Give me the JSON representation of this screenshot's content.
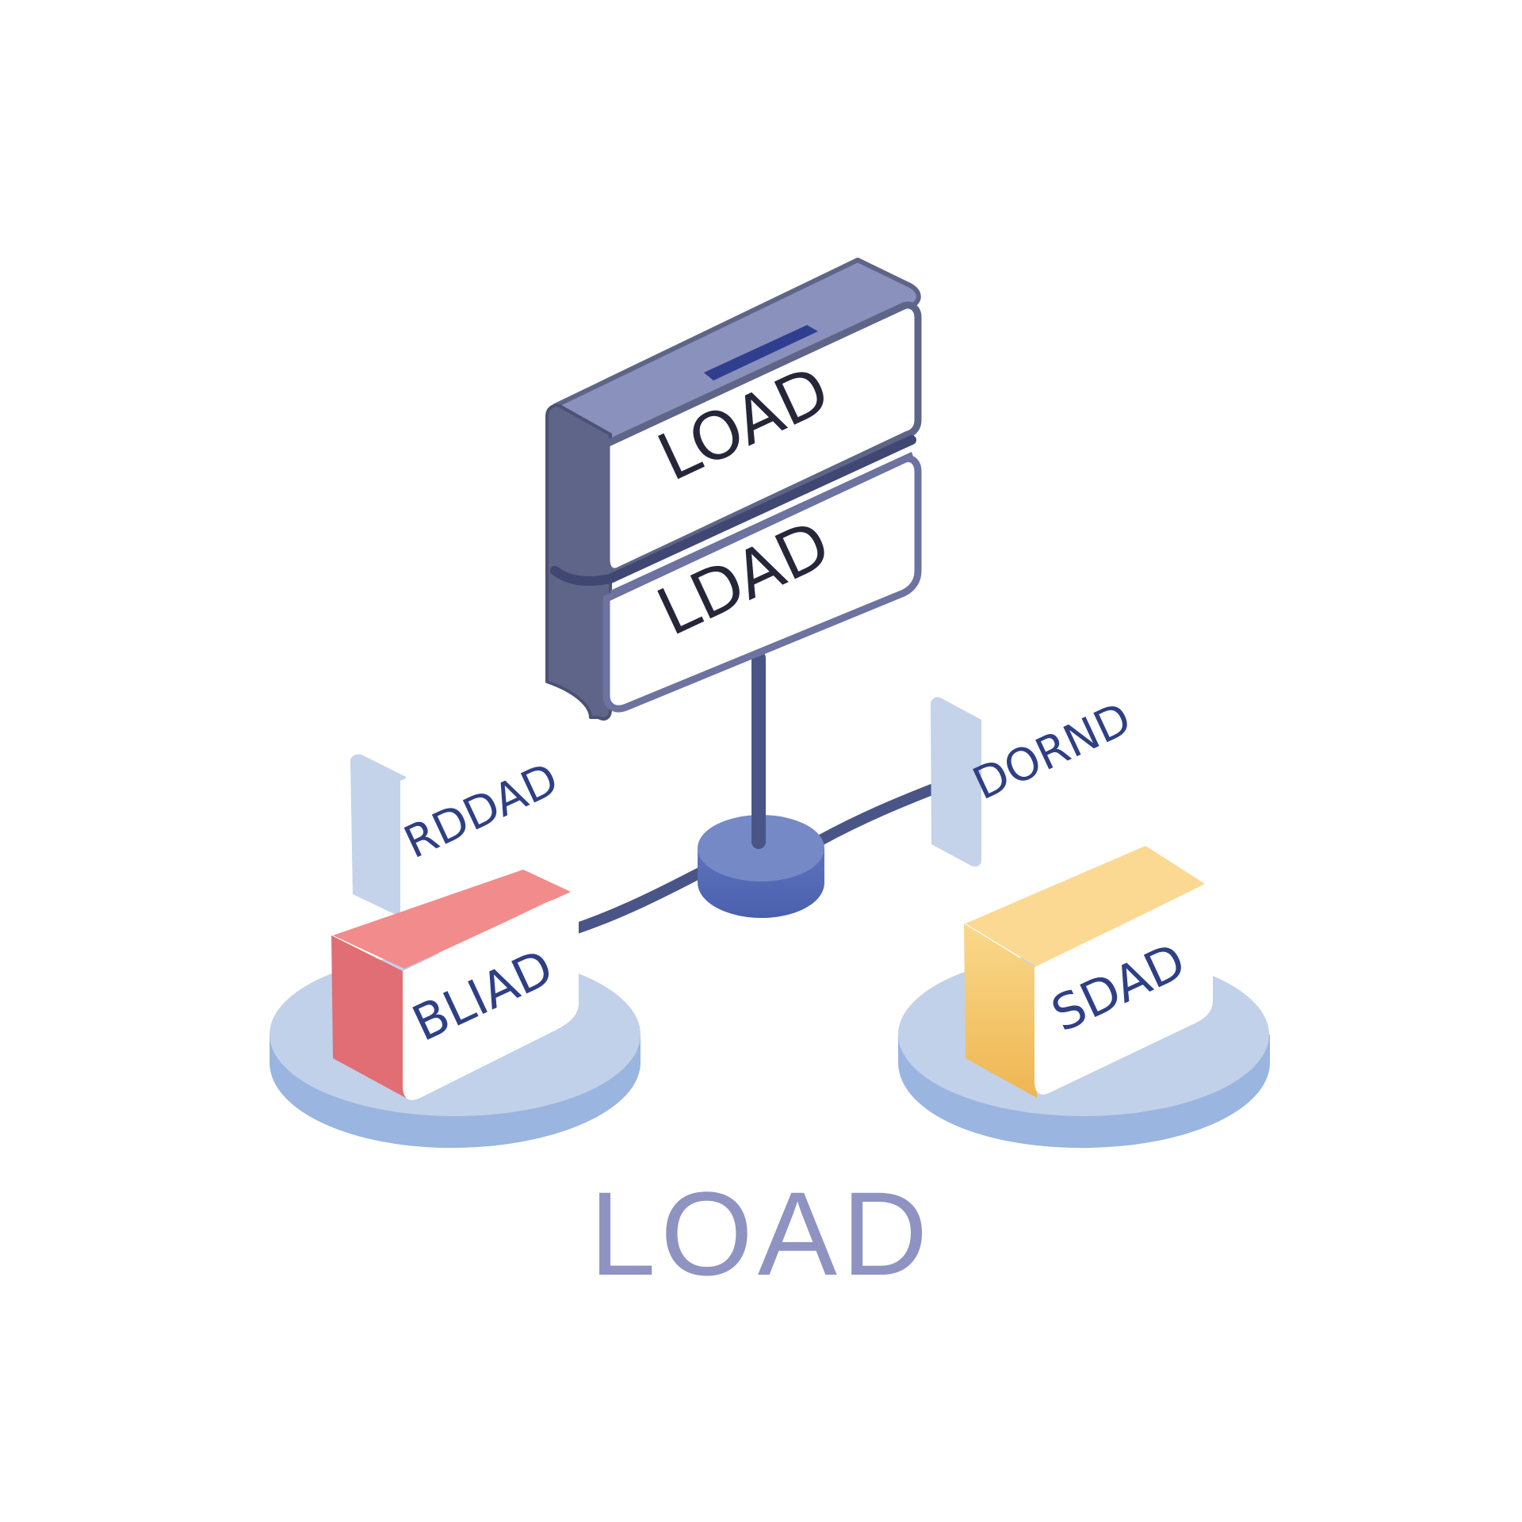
{
  "diagram": {
    "server": {
      "top_label": "LOAD",
      "bottom_label": "LDAD"
    },
    "nodes": {
      "left_flag": "RDDAD",
      "left_block": "BLIAD",
      "right_flag": "DORND",
      "right_block": "SDAD"
    },
    "caption": "LOAD"
  },
  "colors": {
    "server_top": "#8a91bd",
    "server_side": "#5e6588",
    "cable": "#4a5587",
    "hub_top": "#7589c6",
    "hub_side": "#5068b4",
    "platform_top": "#c2d1ea",
    "platform_side": "#9ab5e0",
    "flag": "#c4d2ea",
    "block_red_top": "#f28b8b",
    "block_red_side": "#e06e74",
    "block_yellow_top": "#fbd992",
    "block_yellow_side": "#f1bd58",
    "text_dark": "#26263a",
    "text_blue": "#2e3f86",
    "caption": "#8e93c2"
  }
}
